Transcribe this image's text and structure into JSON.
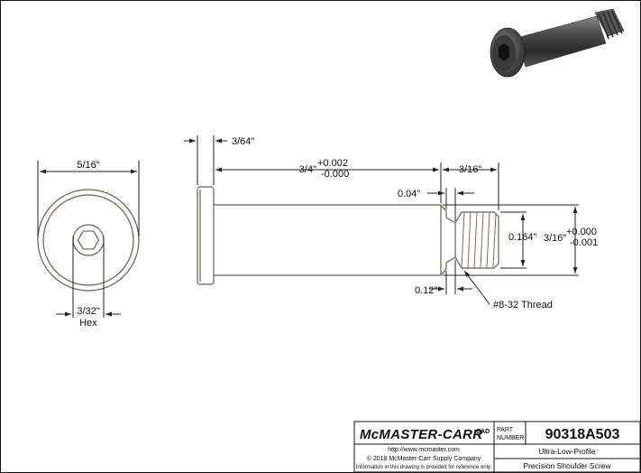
{
  "dimensions": {
    "head_diameter": "5/16\"",
    "hex_size": "3/32\"",
    "hex_label": "Hex",
    "head_height": "3/64\"",
    "shoulder_length": "3/4\"",
    "shoulder_tol_plus": "+0.002",
    "shoulder_tol_minus": "-0.000",
    "thread_length": "3/16\"",
    "groove_width": "0.04\"",
    "thread_diameter": "0.164\"",
    "shoulder_diameter": "3/16\"",
    "diameter_tol_plus": "+0.000",
    "diameter_tol_minus": "-0.001",
    "relief": "0.12\"",
    "thread_callout": "#8-32 Thread"
  },
  "title_block": {
    "brand": "McMASTER-CARR",
    "cad_mark": "CAD",
    "part_label_1": "PART",
    "part_label_2": "NUMBER",
    "part_number": "90318A503",
    "url": "http://www.mcmaster.com",
    "copyright": "© 2018 McMaster-Carr Supply Company",
    "disclaimer": "Information in this drawing is provided for reference only.",
    "description_line_1": "Ultra-Low-Profile",
    "description_line_2": "Precision Shoulder Screw"
  },
  "colors": {
    "part_outline": "#6a5f52",
    "dimension_lines": "#222222"
  }
}
